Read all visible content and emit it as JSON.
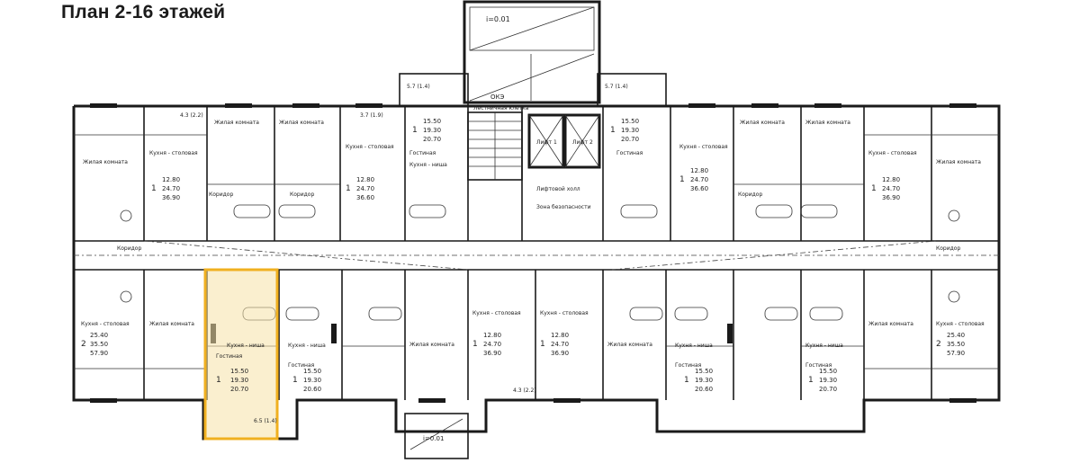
{
  "title": "План 2-16 этажей",
  "colors": {
    "highlight_fill": "#f5e2a8",
    "highlight_stroke": "#f0b020",
    "line": "#1a1a1a"
  },
  "labels": {
    "living_room": "Жилая комната",
    "kitchen_dining": "Кухня - столовая",
    "kitchen_niche": "Кухня - ниша",
    "guest_room": "Гостиная",
    "corridor": "Коридор",
    "stair": "Лестничная клетка",
    "elevator_1": "Лифт 1",
    "elevator_2": "Лифт 2",
    "elevator_lobby": "Лифтовой холл",
    "safety_zone": "Зона безопасности",
    "slope": "i=0.01",
    "duct": "ОКЭ"
  },
  "apartments_top": [
    {
      "id": "t1",
      "rooms": "1",
      "area_living": "12.80",
      "area_total": "24.70",
      "area_full": "36.90"
    },
    {
      "id": "t2",
      "rooms": "1",
      "area_living": "12.80",
      "area_total": "24.70",
      "area_full": "36.60"
    },
    {
      "id": "t3",
      "rooms": "1",
      "area_living": "15.50",
      "area_total": "19.30",
      "area_full": "20.70"
    },
    {
      "id": "t4",
      "rooms": "1",
      "area_living": "15.50",
      "area_total": "19.30",
      "area_full": "20.70"
    },
    {
      "id": "t5",
      "rooms": "1",
      "area_living": "12.80",
      "area_total": "24.70",
      "area_full": "36.60"
    },
    {
      "id": "t6",
      "rooms": "1",
      "area_living": "12.80",
      "area_total": "24.70",
      "area_full": "36.90"
    }
  ],
  "apartments_bottom": [
    {
      "id": "b1",
      "rooms": "2",
      "area_living": "25.40",
      "area_total": "35.50",
      "area_full": "57.90"
    },
    {
      "id": "b2",
      "rooms": "1",
      "area_living": "15.50",
      "area_total": "19.30",
      "area_full": "20.70"
    },
    {
      "id": "b3",
      "rooms": "1",
      "area_living": "15.50",
      "area_total": "19.30",
      "area_full": "20.60"
    },
    {
      "id": "b4",
      "rooms": "1",
      "area_living": "12.80",
      "area_total": "24.70",
      "area_full": "36.90"
    },
    {
      "id": "b5",
      "rooms": "1",
      "area_living": "12.80",
      "area_total": "24.70",
      "area_full": "36.90"
    },
    {
      "id": "b6",
      "rooms": "1",
      "area_living": "15.50",
      "area_total": "19.30",
      "area_full": "20.60"
    },
    {
      "id": "b7",
      "rooms": "1",
      "area_living": "15.50",
      "area_total": "19.30",
      "area_full": "20.70"
    },
    {
      "id": "b8",
      "rooms": "2",
      "area_living": "25.40",
      "area_total": "35.50",
      "area_full": "57.90"
    }
  ],
  "balconies": [
    "4.3 (2.2)",
    "6.5 (1.4)",
    "3.7 (1.9)",
    "5.7 (1.4)"
  ]
}
